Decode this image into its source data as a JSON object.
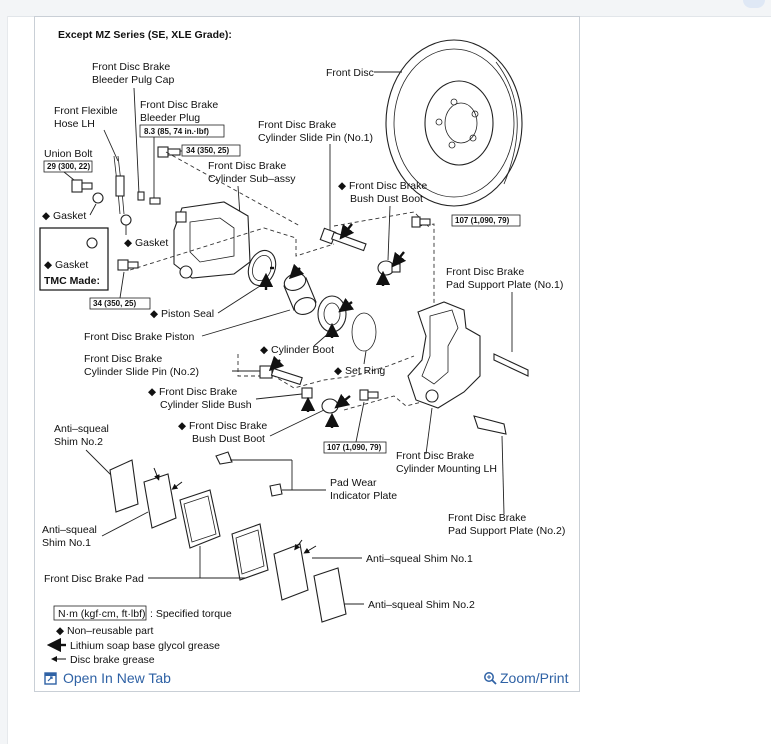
{
  "diagram": {
    "heading": "Except MZ Series (SE, XLE Grade):",
    "labels": {
      "front_disc": "Front Disc",
      "bleeder_cap_1": "Front Disc Brake",
      "bleeder_cap_2": "Bleeder Pulg Cap",
      "flex_hose_1": "Front Flexible",
      "flex_hose_2": "Hose LH",
      "bleeder_plug_1": "Front Disc Brake",
      "bleeder_plug_2": "Bleeder Plug",
      "slide_pin1_1": "Front Disc Brake",
      "slide_pin1_2": "Cylinder Slide Pin (No.1)",
      "union_bolt": "Union Bolt",
      "cyl_sub_1": "Front Disc Brake",
      "cyl_sub_2": "Cylinder Sub–assy",
      "bush_boot_top_1": "◆ Front Disc Brake",
      "bush_boot_top_2": "Bush Dust Boot",
      "gasket_1": "◆ Gasket",
      "gasket_2": "◆ Gasket",
      "gasket_3": "◆ Gasket",
      "tmc_made": "TMC Made:",
      "support_plate1_1": "Front Disc Brake",
      "support_plate1_2": "Pad Support Plate (No.1)",
      "piston_seal": "◆ Piston Seal",
      "piston": "Front Disc Brake Piston",
      "cylinder_boot": "◆ Cylinder Boot",
      "slide_pin2_1": "Front Disc Brake",
      "slide_pin2_2": "Cylinder Slide Pin (No.2)",
      "set_ring": "◆ Set Ring",
      "slide_bush_1": "◆ Front Disc Brake",
      "slide_bush_2": "Cylinder Slide Bush",
      "bush_boot_bot_1": "◆ Front Disc Brake",
      "bush_boot_bot_2": "Bush Dust Boot",
      "anti_squeal2_a_1": "Anti–squeal",
      "anti_squeal2_a_2": "Shim No.2",
      "mounting_1": "Front Disc Brake",
      "mounting_2": "Cylinder Mounting LH",
      "pad_wear_1": "Pad Wear",
      "pad_wear_2": "Indicator Plate",
      "anti_squeal1_a_1": "Anti–squeal",
      "anti_squeal1_a_2": "Shim No.1",
      "support_plate2_1": "Front Disc Brake",
      "support_plate2_2": "Pad Support Plate (No.2)",
      "brake_pad": "Front Disc Brake Pad",
      "anti_squeal1_b": "Anti–squeal Shim No.1",
      "anti_squeal2_b": "Anti–squeal Shim No.2"
    },
    "torques": {
      "bleeder_plug": "8.3 (85, 74 in.·lbf)",
      "cyl_bolt_top": "34 (350, 25)",
      "union_bolt": "29 (300, 22)",
      "cyl_bolt_bottom": "34 (350, 25)",
      "mount_bolt_top": "107 (1,090, 79)",
      "mount_bolt_bottom": "107 (1,090, 79)"
    },
    "legend": {
      "torque_unit": "N·m (kgf·cm, ft·lbf)",
      "torque_desc": ": Specified torque",
      "non_reusable": "◆ Non–reusable part",
      "lithium": "Lithium soap base glycol grease",
      "disc_grease": "Disc brake grease"
    }
  },
  "footer": {
    "open_tab": "Open In New Tab",
    "zoom_print": "Zoom/Print"
  },
  "colors": {
    "link": "#2f62a5",
    "frame_border": "#c9cfd6"
  }
}
